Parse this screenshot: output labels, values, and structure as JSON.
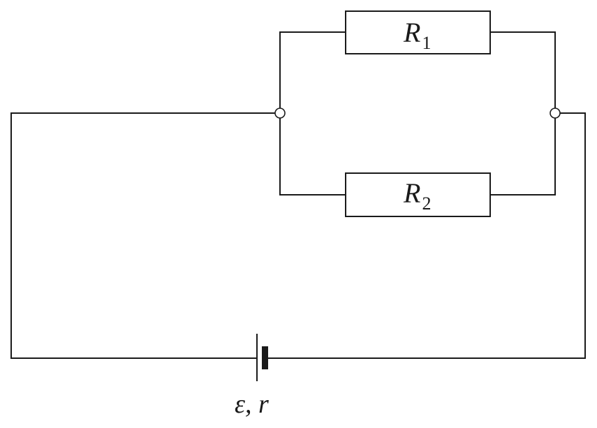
{
  "diagram": {
    "resistors": [
      {
        "symbol": "R",
        "subscript": "1"
      },
      {
        "symbol": "R",
        "subscript": "2"
      }
    ],
    "battery": {
      "label": "ε, r"
    }
  }
}
